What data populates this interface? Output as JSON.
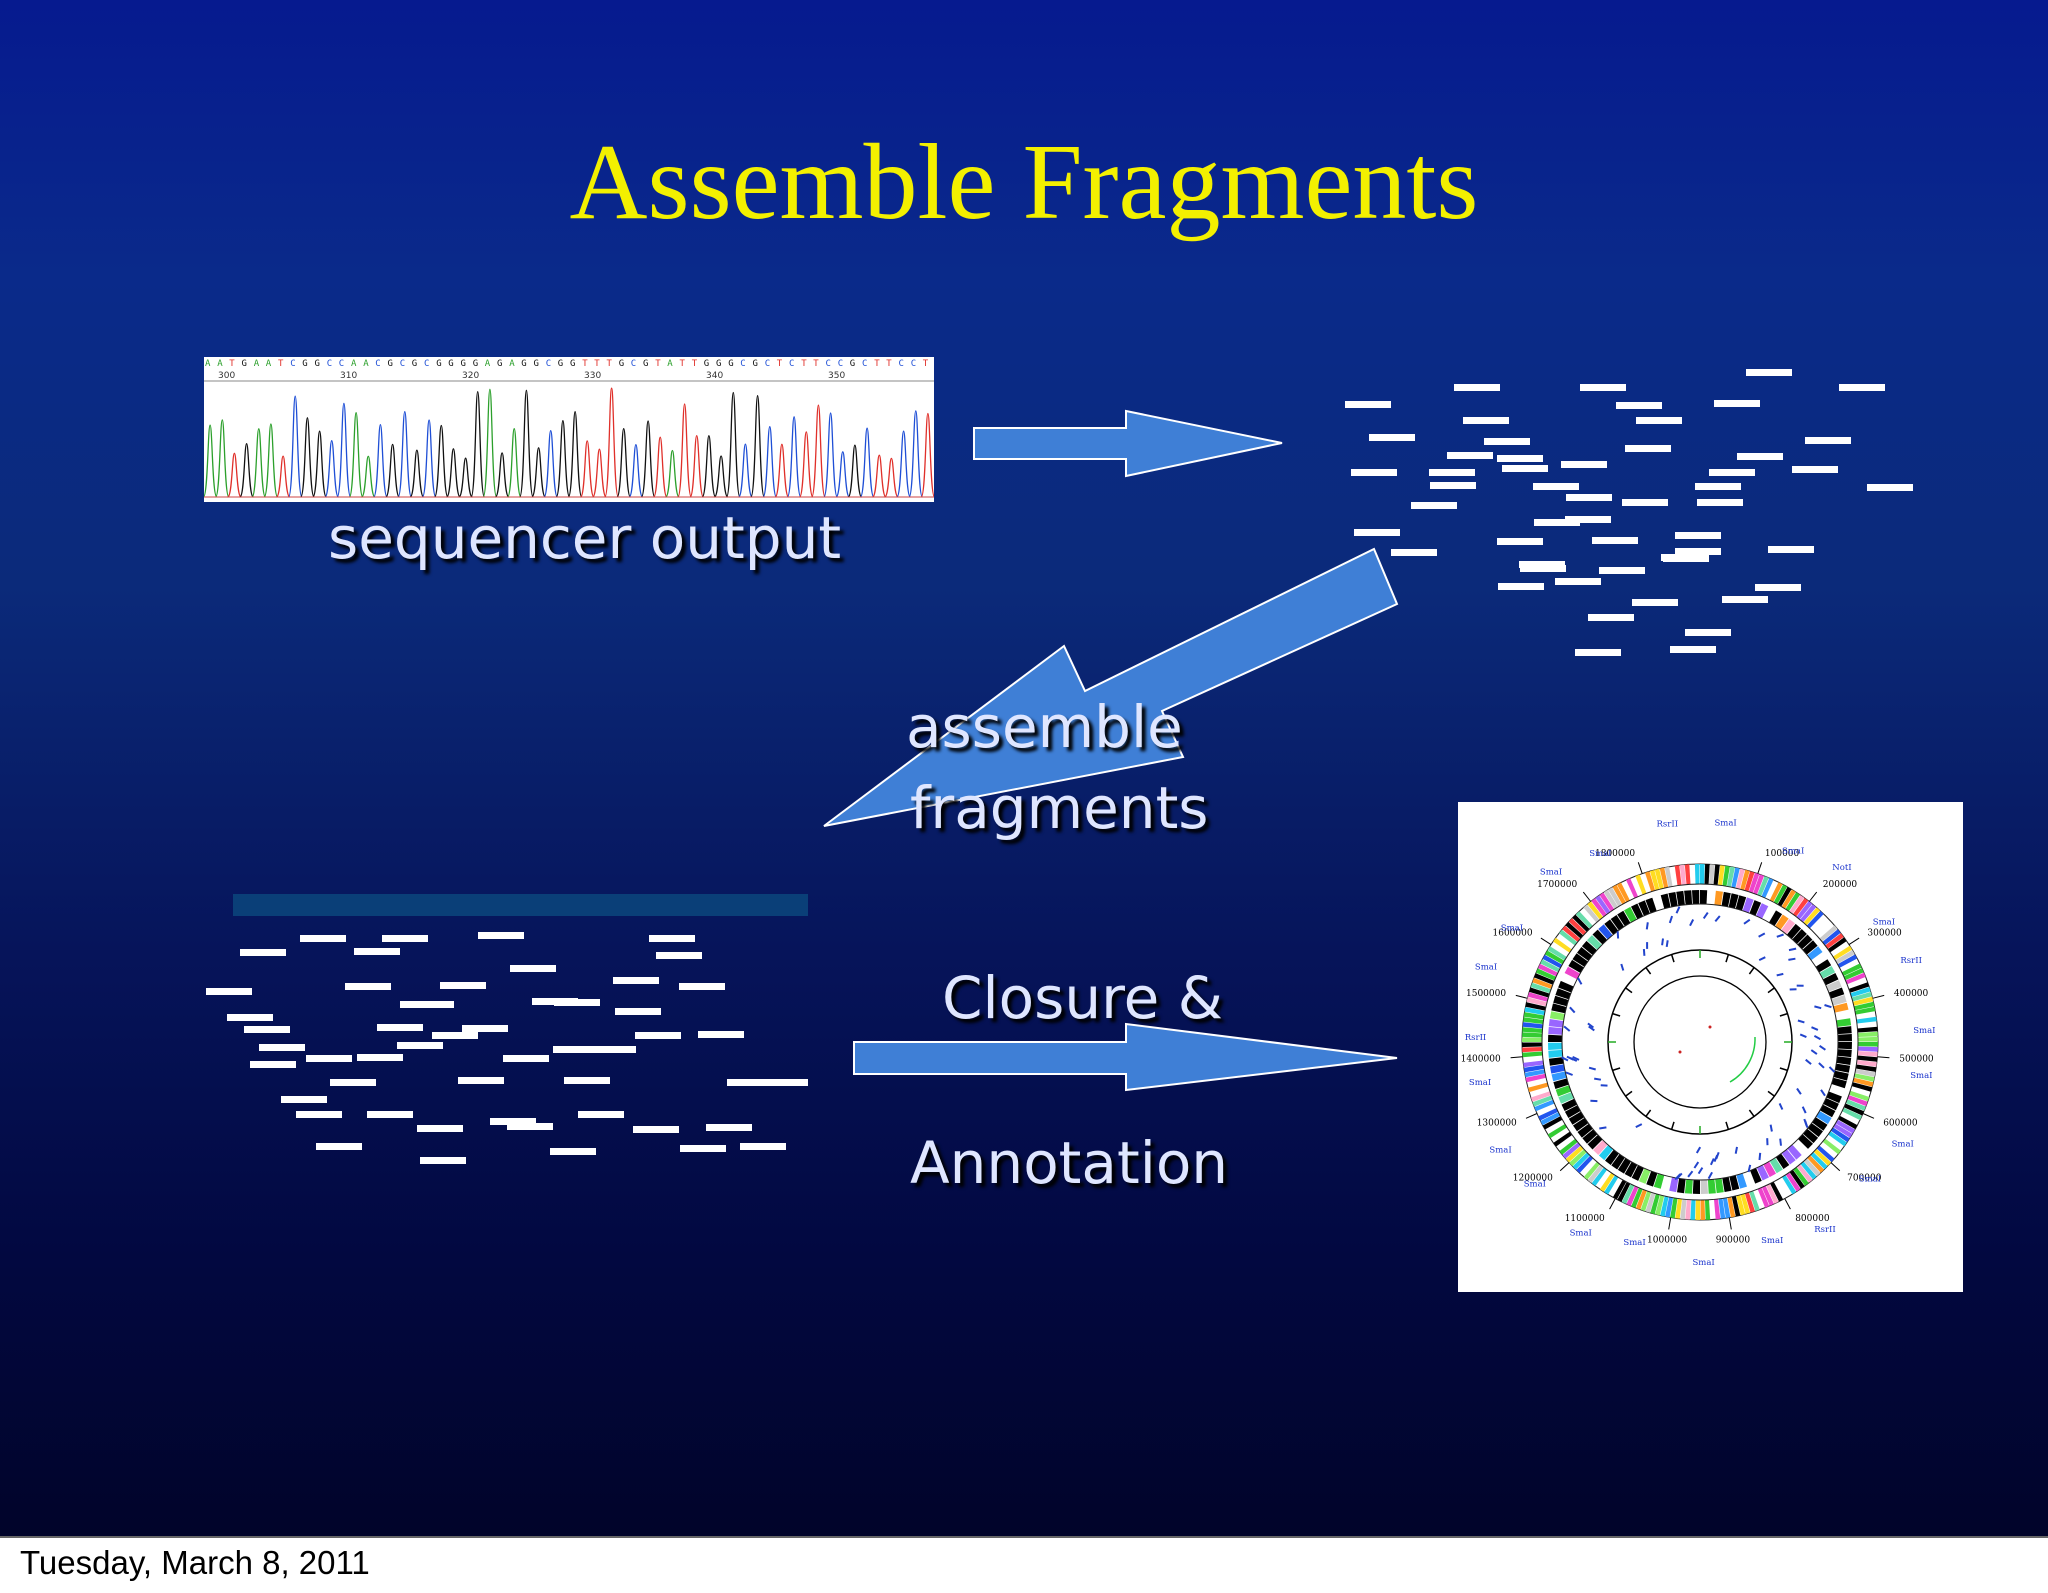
{
  "slide": {
    "title": "Assemble Fragments",
    "labels": {
      "sequencer_output": "sequencer output",
      "assemble_line1": "assemble",
      "assemble_line2": "fragments",
      "closure": "Closure &",
      "annotation": "Annotation"
    },
    "trace": {
      "bases": "AATGAATCGGCCAACGCGCGGGGAGAGGCGGTTTGCGTATTGGGCGCTCTTCCGCTTCCT",
      "positions": [
        "300",
        "310",
        "320",
        "330",
        "340",
        "350"
      ]
    },
    "genome_map": {
      "position_labels": [
        "100000",
        "200000",
        "300000",
        "400000",
        "500000",
        "600000",
        "700000",
        "800000",
        "900000",
        "1000000",
        "1100000",
        "1200000",
        "1300000",
        "1400000",
        "1500000",
        "1600000",
        "1700000",
        "1800000"
      ],
      "site_labels": [
        "SmaI",
        "SmaI",
        "NotI",
        "SmaI",
        "RsrII",
        "SmaI",
        "SmaI",
        "SmaI",
        "SmaI",
        "RsrII",
        "SmaI",
        "SmaI",
        "SmaI",
        "SmaI",
        "SmaI",
        "SmaI",
        "SmaI",
        "RsrII",
        "SmaI",
        "SmaI",
        "SmaI",
        "SmaI",
        "RsrII"
      ]
    },
    "colors": {
      "title": "#f3f000",
      "arrow_fill": "#3f7fd6",
      "fragment": "#ffffff",
      "consensus": "#0a3f78"
    }
  },
  "footer": {
    "date": "Tuesday, March 8, 2011"
  }
}
